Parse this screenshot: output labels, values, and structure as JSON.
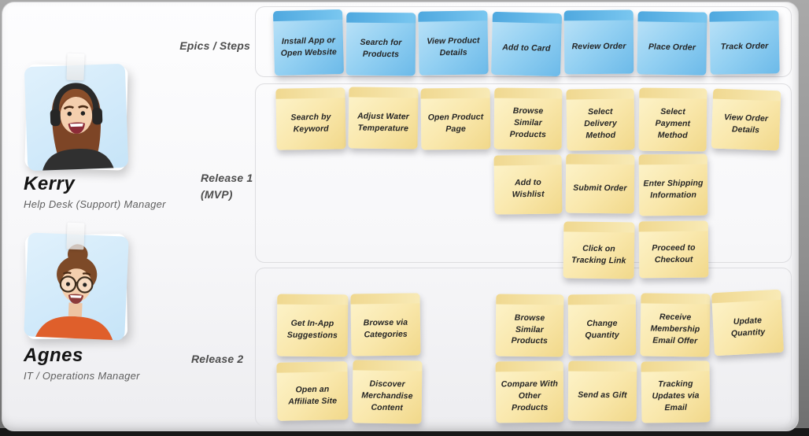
{
  "personas": [
    {
      "name": "Kerry",
      "role": "Help Desk (Support) Manager",
      "avatar": "woman-headset-avatar"
    },
    {
      "name": "Agnes",
      "role": "IT / Operations Manager",
      "avatar": "woman-glasses-bun-avatar"
    }
  ],
  "sections": {
    "epics": {
      "label": "Epics / Steps",
      "notes": [
        "Install App or Open Website",
        "Search for Products",
        "View Product Details",
        "Add to Card",
        "Review Order",
        "Place Order",
        "Track Order"
      ]
    },
    "release1": {
      "label": "Release 1",
      "label_sub": "(MVP)",
      "rows": [
        [
          "Search by Keyword",
          "Adjust Water Temperature",
          "Open Product Page",
          "Browse Similar Products",
          "Select Delivery Method",
          "Select Payment Method",
          "View Order Details"
        ],
        [
          "Add to Wishlist",
          "Submit Order",
          "Enter Shipping Information"
        ],
        [
          "Click on Tracking Link",
          "Proceed to Checkout"
        ]
      ]
    },
    "release2": {
      "label": "Release 2",
      "rows": [
        [
          "Get In-App Suggestions",
          "Browse via Categories",
          "Browse Similar Products",
          "Change Quantity",
          "Receive Membership Email Offer",
          "Update Quantity"
        ],
        [
          "Open an Affiliate Site",
          "Discover Merchandise Content",
          "Compare With Other Products",
          "Send as Gift",
          "Tracking Updates via Email"
        ]
      ]
    }
  },
  "colors": {
    "epic_note": "#7cc4ee",
    "task_note": "#f8e6a6",
    "board_bg": "#f7f7f9",
    "backdrop": "#8f8f8f"
  }
}
